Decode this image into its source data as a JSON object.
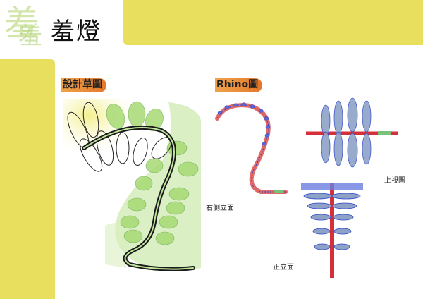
{
  "header": {
    "title": "羞燈",
    "logo_text": "羞"
  },
  "sections": {
    "sketch_label": "設計草圖",
    "rhino_label": "Rhino圖"
  },
  "views": {
    "right_side": "右側立面",
    "top": "上視圖",
    "front": "正立面"
  },
  "colors": {
    "band": "#e8df5f",
    "label_bg": "#e4772b",
    "leaf_green": "#9ed46b",
    "model_blue": "#2f47c8",
    "model_red": "#d4303a"
  }
}
